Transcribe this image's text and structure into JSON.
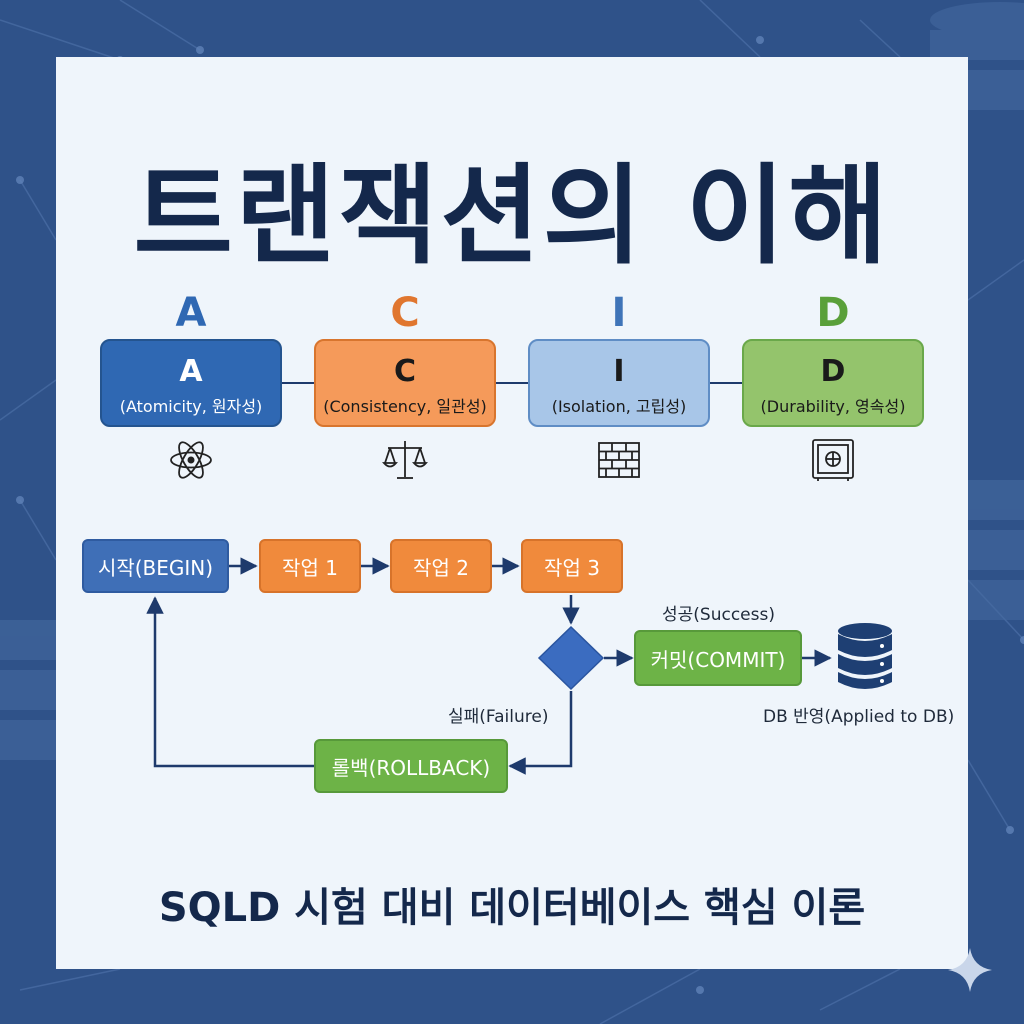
{
  "title": "트랜잭션의 이해",
  "acid": [
    {
      "letter": "A",
      "label": "A",
      "desc": "(Atomicity, 원자성)",
      "color": "#2f68b3",
      "fill": "#2f68b3",
      "border": "#24548f",
      "text": "#ffffff",
      "icon": "atom-icon"
    },
    {
      "letter": "C",
      "label": "C",
      "desc": "(Consistency, 일관성)",
      "color": "#e0762f",
      "fill": "#f59a5a",
      "border": "#d8752e",
      "text": "#1a1a1a",
      "icon": "scales-icon"
    },
    {
      "letter": "I",
      "label": "I",
      "desc": "(Isolation, 고립성)",
      "color": "#3f74b8",
      "fill": "#a8c6e8",
      "border": "#5f8dc5",
      "text": "#1a1a1a",
      "icon": "brick-wall-icon"
    },
    {
      "letter": "D",
      "label": "D",
      "desc": "(Durability, 영속성)",
      "color": "#5aa03a",
      "fill": "#94c46c",
      "border": "#6aa84a",
      "text": "#1a1a1a",
      "icon": "safe-icon"
    }
  ],
  "flow": {
    "begin": "시작(BEGIN)",
    "task1": "작업 1",
    "task2": "작업 2",
    "task3": "작업 3",
    "success_label": "성공(Success)",
    "commit": "커밋(COMMIT)",
    "db_label": "DB 반영(Applied to DB)",
    "failure_label": "실패(Failure)",
    "rollback": "롤백(ROLLBACK)"
  },
  "footer": "SQLD 시험 대비 데이터베이스 핵심 이론",
  "colors": {
    "background": "#2f5289",
    "card": "#eff5fb",
    "title": "#14284b",
    "begin": "#3f6fb7",
    "task": "#f08a3c",
    "decision": "#3b6cc0",
    "commit": "#6db347",
    "rollback": "#6db347",
    "database": "#1e3f73",
    "arrow": "#1e3a6c"
  }
}
